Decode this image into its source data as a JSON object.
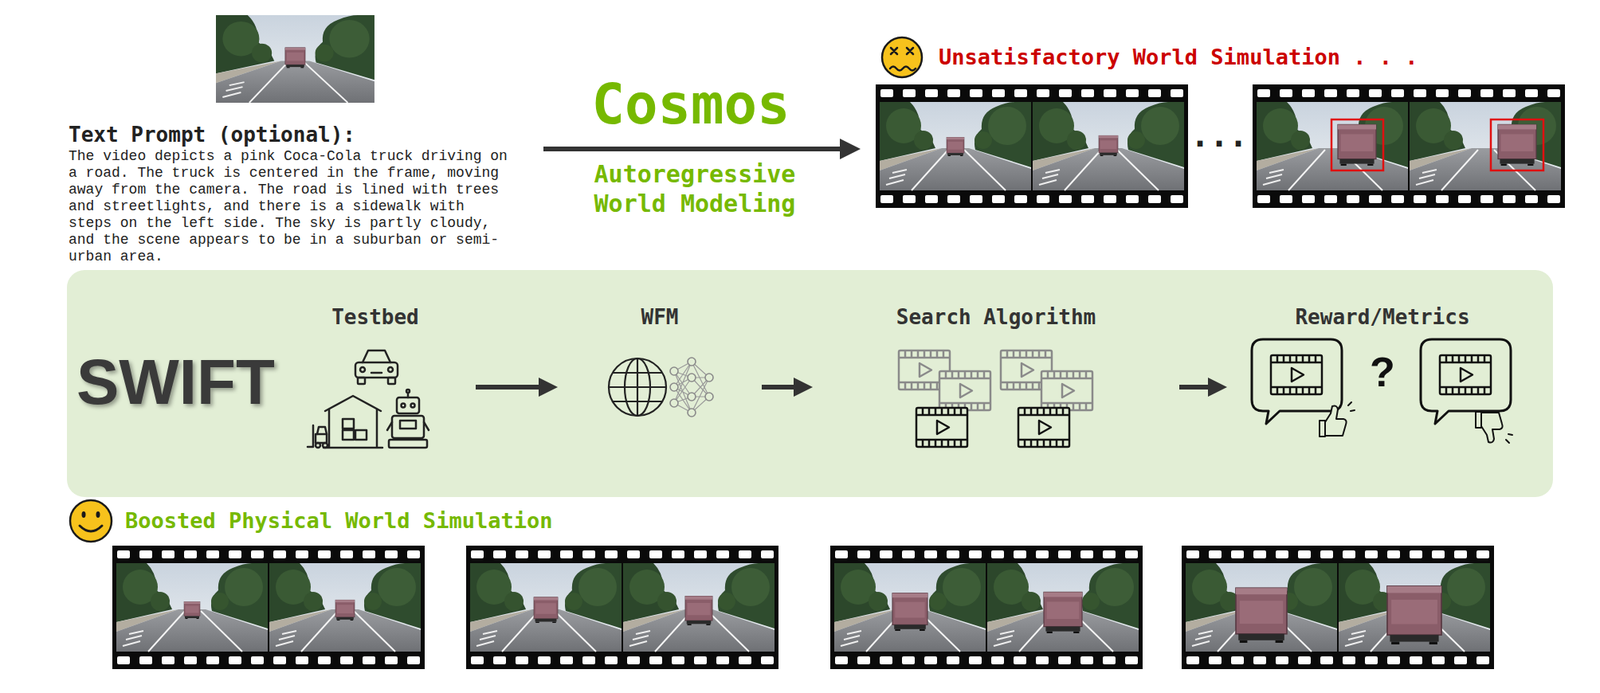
{
  "diagram": {
    "nodes": [
      {
        "text": [
          "SWIFT"
        ]
      },
      {
        "text": [
          "Testbed"
        ],
        "in": 0
      },
      {
        "text": [
          "WFM"
        ],
        "in": 0
      },
      {
        "text": [
          "Search Algorithm"
        ],
        "in": 0
      },
      {
        "text": [
          "Reward/Metrics",
          "?"
        ],
        "in": 0
      }
    ],
    "edges": [
      {
        "from": 1,
        "to": 2,
        "arrow": "to"
      },
      {
        "from": 2,
        "to": 3,
        "arrow": "to"
      },
      {
        "from": 3,
        "to": 4,
        "arrow": "to"
      }
    ],
    "labels": [
      "Text Prompt (optional):",
      "The video depicts a pink Coca-Cola truck driving on a road. The truck is centered in the frame, moving away from the camera. The road is lined with trees and streetlights, and there is a sidewalk with steps on the left side. The sky is partly cloudy, and the scene appears to be in a suburban or semi-urban area.",
      "Cosmos",
      "Autoregressive World Modeling",
      "Unsatisfactory World Simulation . . .",
      "...",
      "Boosted Physical World Simulation"
    ]
  }
}
